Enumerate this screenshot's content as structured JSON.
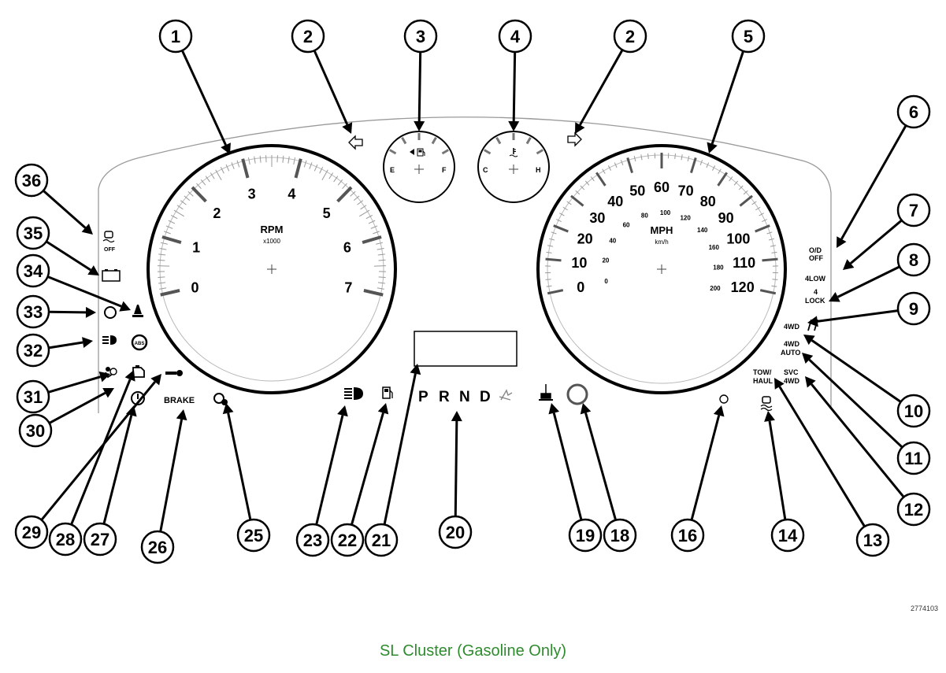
{
  "caption": "SL Cluster (Gasoline Only)",
  "figure_id": "2774103",
  "callouts": [
    "1",
    "2",
    "3",
    "4",
    "2",
    "5",
    "6",
    "7",
    "8",
    "9",
    "10",
    "11",
    "12",
    "13",
    "14",
    "16",
    "18",
    "19",
    "20",
    "21",
    "22",
    "23",
    "25",
    "26",
    "27",
    "28",
    "29",
    "30",
    "31",
    "32",
    "33",
    "34",
    "35",
    "36"
  ],
  "tachometer": {
    "label": "RPM",
    "sublabel": "x1000",
    "ticks": [
      "0",
      "1",
      "2",
      "3",
      "4",
      "5",
      "6",
      "7"
    ]
  },
  "speedometer": {
    "label": "MPH",
    "sublabel": "km/h",
    "mph_ticks": [
      "0",
      "10",
      "20",
      "30",
      "40",
      "50",
      "60",
      "70",
      "80",
      "90",
      "100",
      "110",
      "120"
    ],
    "kmh_ticks": [
      "0",
      "20",
      "40",
      "60",
      "80",
      "100",
      "120",
      "140",
      "160",
      "180",
      "200"
    ]
  },
  "fuel_gauge": {
    "low": "E",
    "high": "F"
  },
  "temp_gauge": {
    "low": "C",
    "high": "H"
  },
  "indicators": {
    "od_off_line1": "O/D",
    "od_off_line2": "OFF",
    "four_low": "4LOW",
    "four_lock_line1": "4",
    "four_lock_line2": "LOCK",
    "four_wd": "4WD",
    "four_wd_auto_line1": "4WD",
    "four_wd_auto_line2": "AUTO",
    "svc_line1": "SVC",
    "svc_line2": "4WD",
    "tow_line1": "TOW/",
    "tow_line2": "HAUL",
    "brake": "BRAKE",
    "abs": "ABS",
    "off": "OFF"
  },
  "prnd": [
    "P",
    "R",
    "N",
    "D"
  ]
}
